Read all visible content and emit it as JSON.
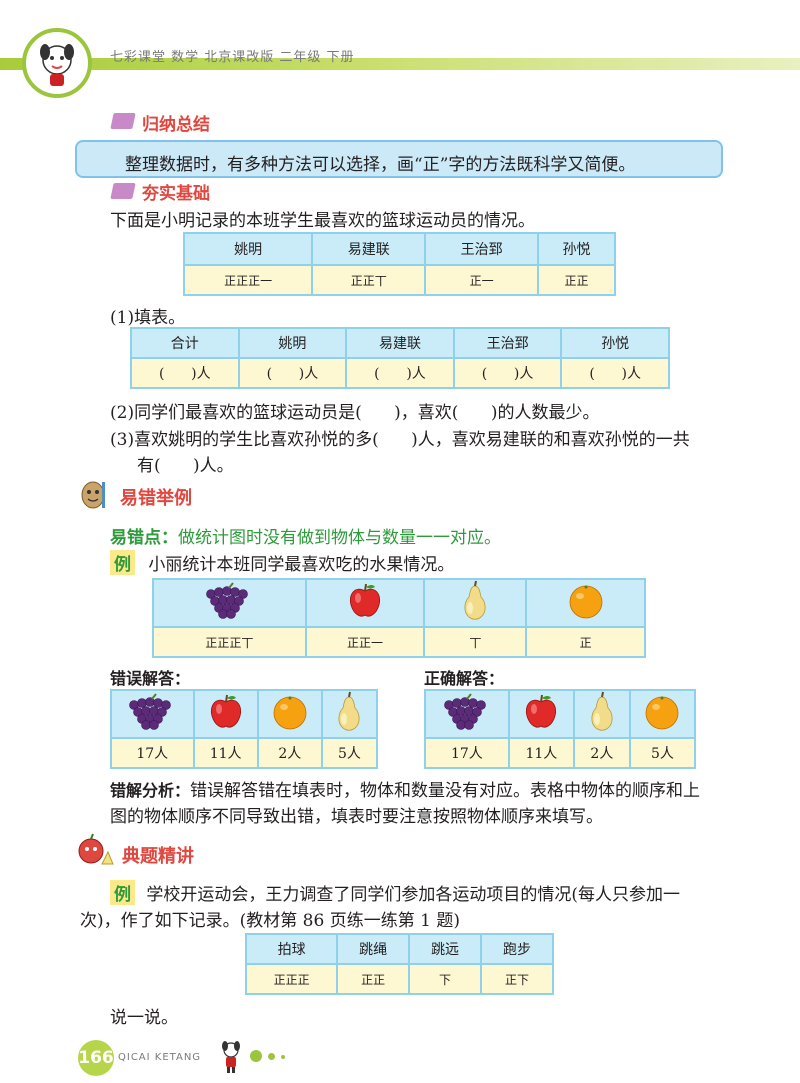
{
  "header": {
    "title": "七彩课堂  数学  北京课改版  二年级  下册"
  },
  "summary": {
    "title": "归纳总结",
    "text": "整理数据时，有多种方法可以选择，画“正”字的方法既科学又简便。"
  },
  "basics": {
    "title": "夯实基础",
    "intro": "下面是小明记录的本班学生最喜欢的篮球运动员的情况。",
    "table1": {
      "headers": [
        "姚明",
        "易建联",
        "王治郅",
        "孙悦"
      ],
      "tallies": [
        "正正正一",
        "正正丅",
        "正一",
        "正正"
      ]
    },
    "q1": "(1)填表。",
    "table2": {
      "headers": [
        "合计",
        "姚明",
        "易建联",
        "王治郅",
        "孙悦"
      ],
      "blanks": [
        "(      )人",
        "(      )人",
        "(      )人",
        "(      )人",
        "(      )人"
      ]
    },
    "q2": "(2)同学们最喜欢的篮球运动员是(      )，喜欢(      )的人数最少。",
    "q3_line1": "(3)喜欢姚明的学生比喜欢孙悦的多(      )人，喜欢易建联的和喜欢孙悦的一共",
    "q3_line2": "有(      )人。"
  },
  "mistakes": {
    "title": "易错举例",
    "point_label": "易错点：",
    "point_text": "做统计图时没有做到物体与数量一一对应。",
    "example_badge": "例",
    "example_text": "小丽统计本班同学最喜欢吃的水果情况。",
    "fruit_table": {
      "fruits": [
        "grape-icon",
        "apple-icon",
        "pear-icon",
        "orange-icon"
      ],
      "tallies": [
        "正正正丅",
        "正正一",
        "丅",
        "正"
      ]
    },
    "wrong_label": "错误解答：",
    "wrong_table": {
      "fruits": [
        "grape-icon",
        "apple-icon",
        "orange-icon",
        "pear-icon"
      ],
      "counts": [
        "17人",
        "11人",
        "2人",
        "5人"
      ]
    },
    "right_label": "正确解答：",
    "right_table": {
      "fruits": [
        "grape-icon",
        "apple-icon",
        "pear-icon",
        "orange-icon"
      ],
      "counts": [
        "17人",
        "11人",
        "2人",
        "5人"
      ]
    },
    "analysis_label": "错解分析：",
    "analysis_line1": "错误解答错在填表时，物体和数量没有对应。表格中物体的顺序和上",
    "analysis_line2": "图的物体顺序不同导致出错，填表时要注意按照物体顺序来填写。"
  },
  "classic": {
    "title": "典题精讲",
    "example_badge": "例",
    "text_line1": "学校开运动会，王力调查了同学们参加各运动项目的情况(每人只参加一",
    "text_line2": "次)，作了如下记录。(教材第 86 页练一练第 1 题)",
    "table": {
      "headers": [
        "拍球",
        "跳绳",
        "跳远",
        "跑步"
      ],
      "tallies": [
        "正正正",
        "正正",
        "下",
        "正下"
      ]
    },
    "say": "说一说。"
  },
  "footer": {
    "page": "166",
    "brand": "QICAI KETANG"
  },
  "colors": {
    "accent_green": "#9bc53d",
    "title_red": "#e0473f",
    "table_border": "#8fd0ea",
    "table_header": "#c9ecf8",
    "table_cell": "#fdf7d2"
  }
}
